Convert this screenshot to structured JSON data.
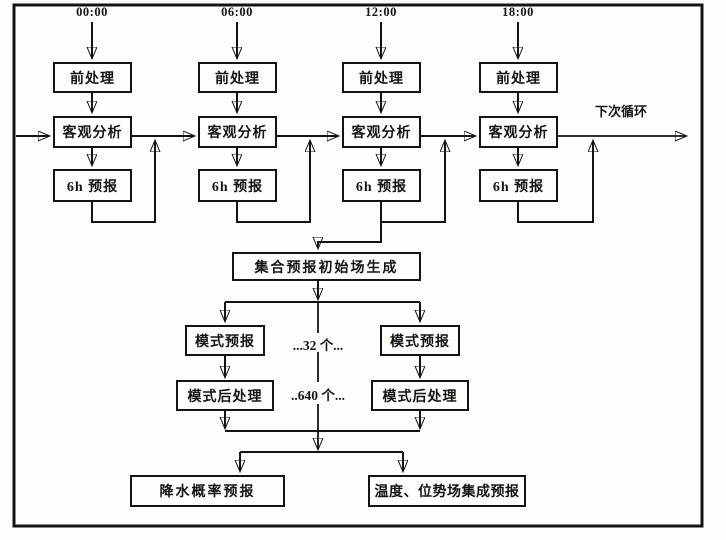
{
  "page": {
    "background": "#fefefd",
    "ink": "#141414"
  },
  "cycles": {
    "times": [
      "00:00",
      "06:00",
      "12:00",
      "18:00"
    ],
    "steps": {
      "pre": "前处理",
      "analysis": "客观分析",
      "fcst6h": "6h 预报"
    }
  },
  "labels": {
    "next_cycle": "下次循环",
    "ensemble_init": "集合预报初始场生成",
    "model_fcst": "模式预报",
    "model_post": "模式后处理",
    "members_count": "...32 个...",
    "outputs_count": "..640 个...",
    "precip_prob": "降水概率预报",
    "temp_geo": "温度、位势场集成预报"
  }
}
